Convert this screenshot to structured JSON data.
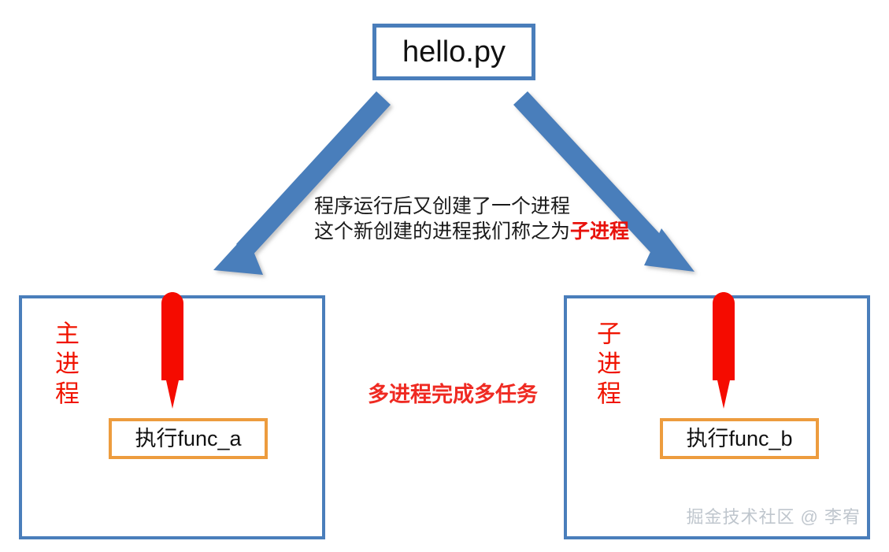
{
  "diagram": {
    "title_box": {
      "label": "hello.py",
      "border_color": "#4a7ebb"
    },
    "explanation": {
      "line1": "程序运行后又创建了一个进程",
      "line2": "这个新创建的进程我们称之为",
      "highlight": "子进程",
      "highlight_color": "#e8120c"
    },
    "center_caption": {
      "text": "多进程完成多任务",
      "color": "#ef2a22"
    },
    "processes": [
      {
        "id": "main-process",
        "title": "主进程",
        "title_color": "#f01400",
        "action": "执行func_a",
        "action_border_color": "#ed9c3e",
        "border_color": "#4a7ebb"
      },
      {
        "id": "child-process",
        "title": "子进程",
        "title_color": "#f01400",
        "action": "执行func_b",
        "action_border_color": "#ed9c3e",
        "border_color": "#4a7ebb"
      }
    ],
    "arrows": {
      "color": "#4a7ebb",
      "left": "hello.py → 主进程",
      "right": "hello.py → 子进程",
      "red_color": "#f50b00"
    },
    "watermark": "掘金技术社区 @ 李宥"
  }
}
